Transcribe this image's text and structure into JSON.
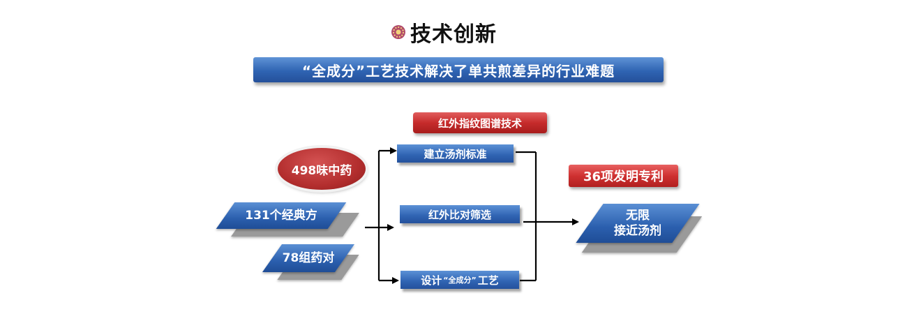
{
  "title": {
    "icon": "rosette-icon",
    "text": "技术创新"
  },
  "subtitle": "“全成分”工艺技术解决了单共煎差异的行业难题",
  "top_label": "红外指纹图谱技术",
  "inputs": {
    "herbs": "498味中药",
    "formulas": "131个经典方",
    "pairs": "78组药对"
  },
  "processes": {
    "standard": "建立汤剂标准",
    "screening": "红外比对筛选",
    "design_prefix": "设计",
    "design_quote": "“全成分”",
    "design_suffix": "工艺"
  },
  "patents": "36项发明专利",
  "result": {
    "line1": "无限",
    "line2": "接近汤剂"
  },
  "colors": {
    "blue": "#2f63b2",
    "red": "#c62b2b",
    "gray": "#9a9a9a"
  }
}
